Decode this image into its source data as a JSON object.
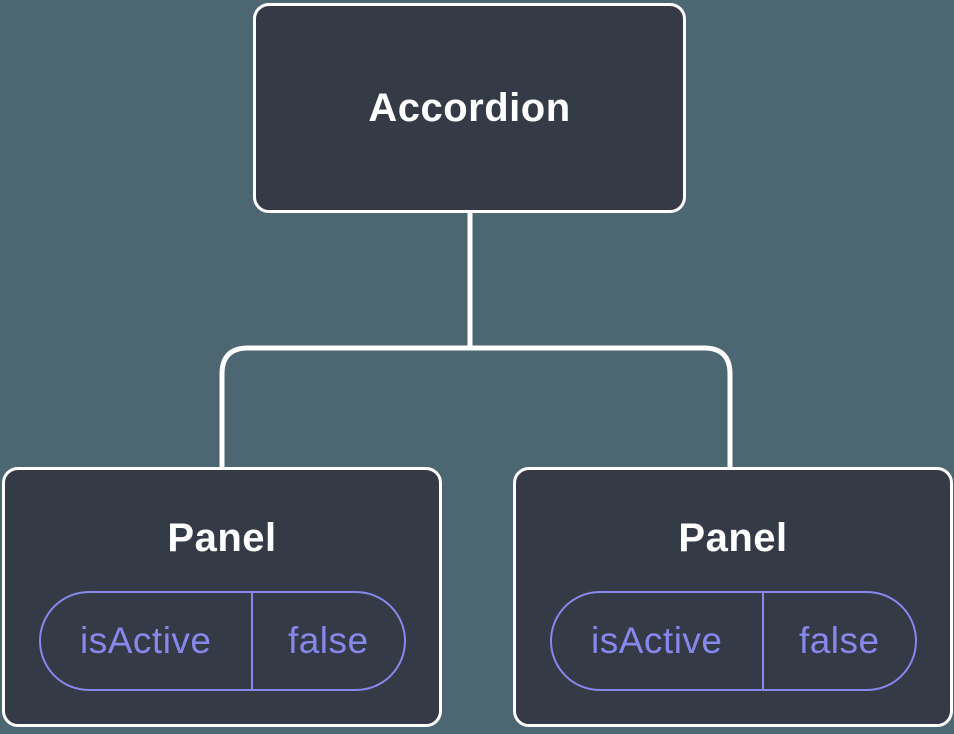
{
  "diagram": {
    "root": {
      "label": "Accordion"
    },
    "children": [
      {
        "label": "Panel",
        "state": {
          "key": "isActive",
          "value": "false"
        }
      },
      {
        "label": "Panel",
        "state": {
          "key": "isActive",
          "value": "false"
        }
      }
    ]
  },
  "colors": {
    "background": "#4D6772",
    "node_fill": "#343A46",
    "node_border": "#FFFFFF",
    "node_text": "#FFFFFF",
    "state_accent": "#8688EB"
  }
}
